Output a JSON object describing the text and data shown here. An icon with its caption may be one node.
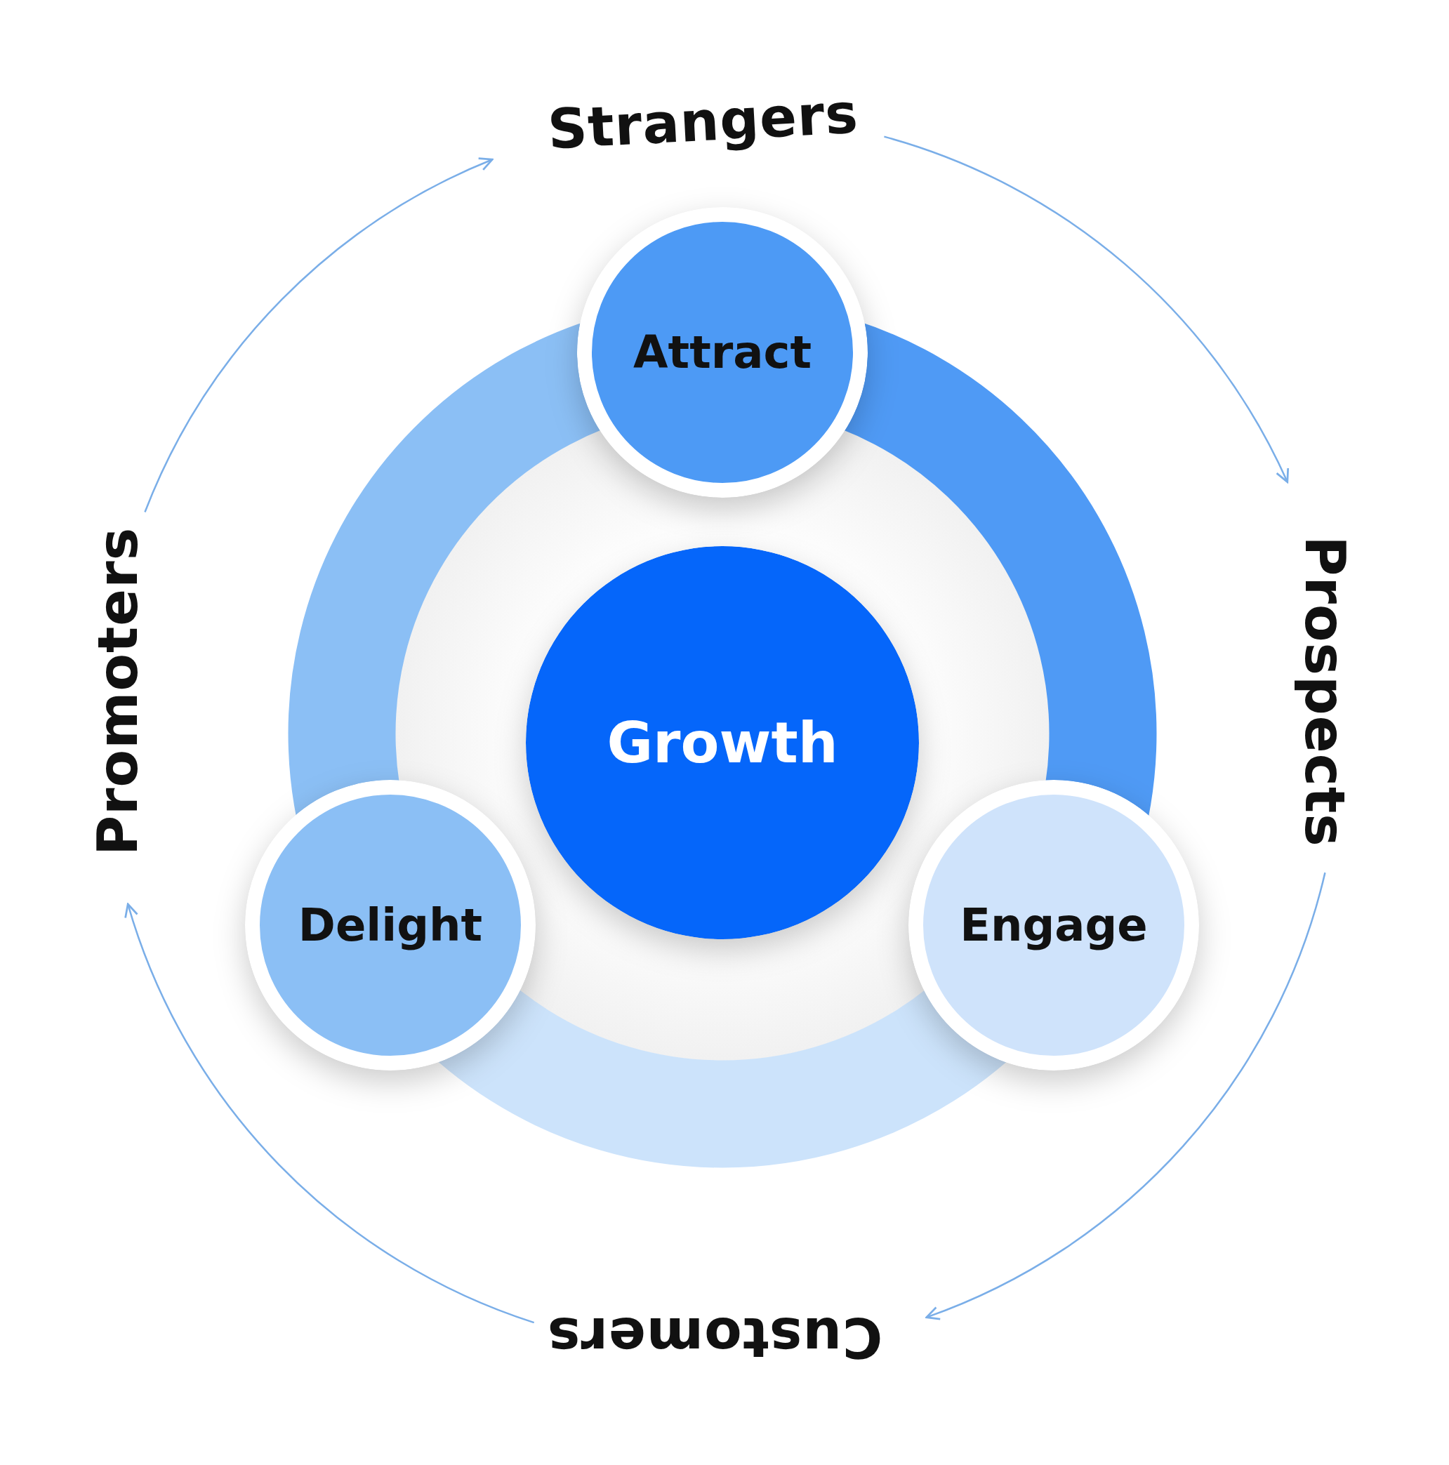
{
  "diagram": {
    "nodes": [
      {
        "text": [
          "Strangers"
        ]
      },
      {
        "text": [
          "Prospects"
        ]
      },
      {
        "text": [
          "Customers"
        ]
      },
      {
        "text": [
          "Promoters"
        ]
      },
      {
        "text": [
          "Attract"
        ]
      },
      {
        "text": [
          "Engage"
        ]
      },
      {
        "text": [
          "Delight"
        ]
      },
      {
        "text": [
          "Growth"
        ]
      }
    ],
    "edges": [
      {
        "from": 0,
        "to": 1,
        "arrow": "to"
      },
      {
        "from": 1,
        "to": 2,
        "arrow": "to"
      },
      {
        "from": 2,
        "to": 3,
        "arrow": "to"
      },
      {
        "from": 3,
        "to": 0,
        "arrow": "to"
      }
    ]
  }
}
